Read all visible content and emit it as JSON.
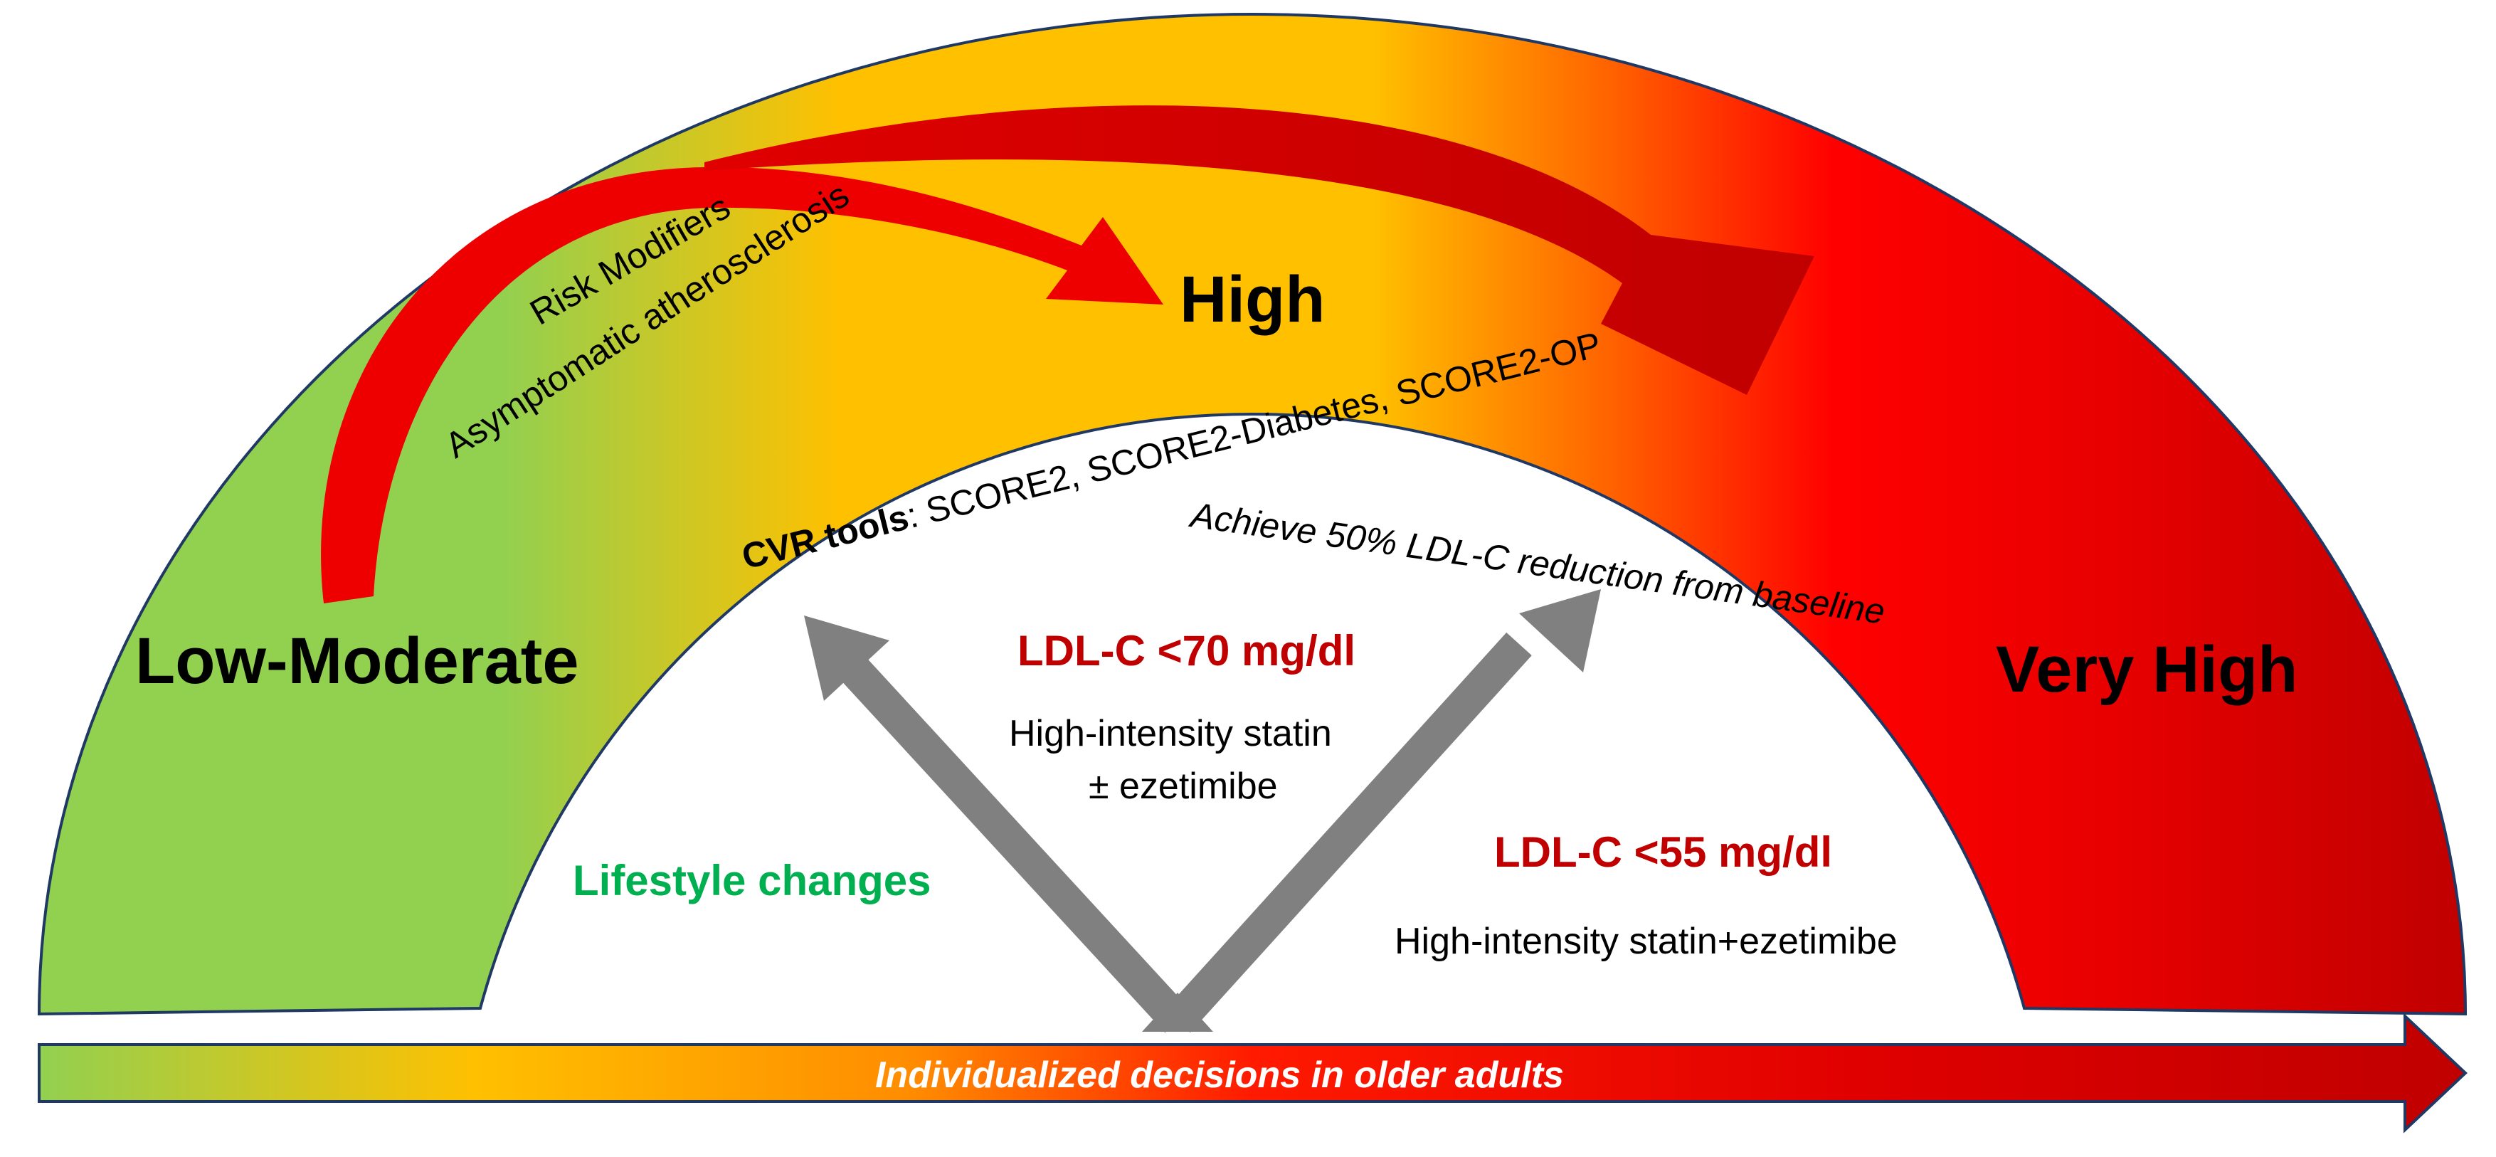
{
  "categories": {
    "low_moderate": "Low-Moderate",
    "high": "High",
    "very_high": "Very High"
  },
  "arc_labels": {
    "risk_modifiers": "Risk Modifiers",
    "asymptomatic": "Asymptomatic atherosclerosis",
    "cvr_tools_bold": "CVR tools",
    "cvr_tools_rest": ": SCORE2, SCORE2-Diabetes, SCORE2-OP",
    "achieve": "Achieve 50% LDL-C reduction from baseline"
  },
  "targets": {
    "high_target": "LDL-C <70 mg/dl",
    "high_treat_1": "High-intensity statin",
    "high_treat_2": "± ezetimibe",
    "very_high_target": "LDL-C <55 mg/dl",
    "very_high_treat": "High-intensity statin+ezetimibe",
    "low_treat": "Lifestyle changes"
  },
  "bottom_bar": {
    "label": "Individualized decisions in older adults"
  },
  "colors": {
    "green": "#92d050",
    "amber": "#ffc000",
    "orange": "#ff6600",
    "red": "#ff0000",
    "dark_red": "#c00000",
    "arrow_gray": "#808080",
    "outline": "#1f3864"
  }
}
